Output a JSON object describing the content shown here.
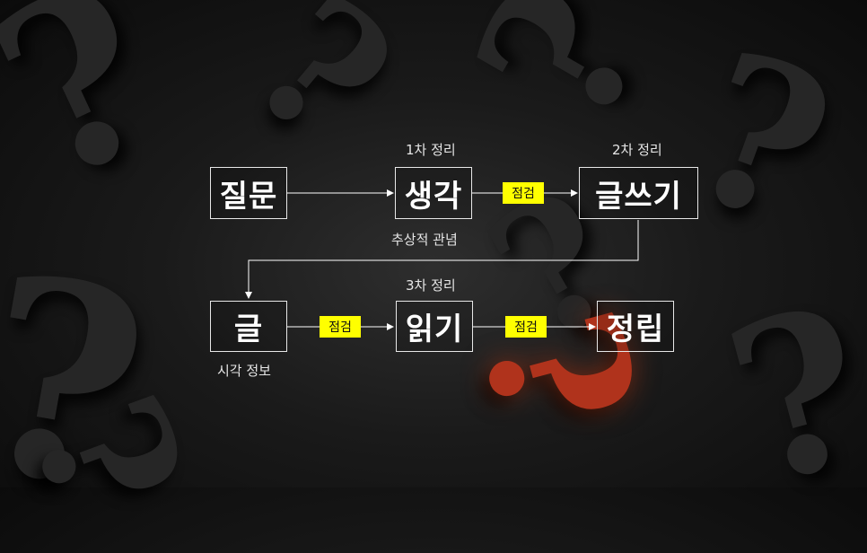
{
  "nodes": {
    "question": "질문",
    "thought": "생각",
    "writing": "글쓰기",
    "text": "글",
    "reading": "읽기",
    "organizing": "정립"
  },
  "labels": {
    "first_summary": "1차 정리",
    "second_summary": "2차 정리",
    "third_summary": "3차 정리",
    "abstract_concept": "추상적 관념",
    "visual_info": "시각 정보"
  },
  "checks": {
    "check_1": "점검",
    "check_2": "점검",
    "check_3": "점검"
  }
}
